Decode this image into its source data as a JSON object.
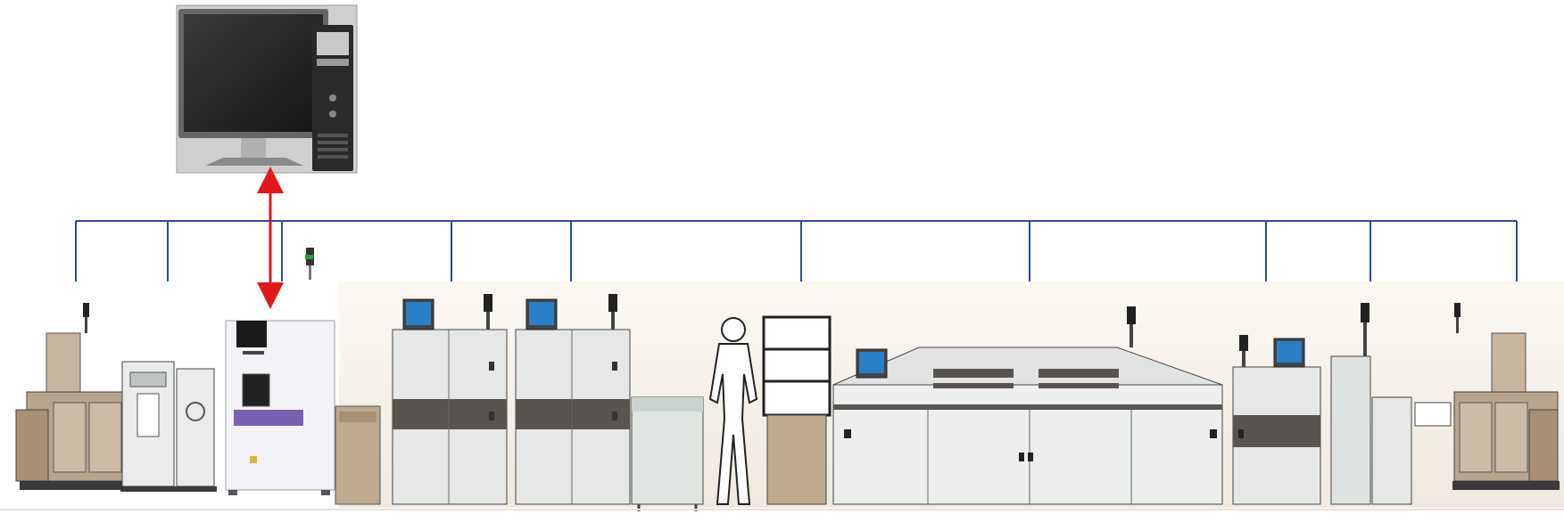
{
  "diagram": {
    "title": "",
    "colors": {
      "network": "#2c4a9e",
      "link": "#e01a1a",
      "machine_body": "#dcdedd",
      "machine_dark": "#3c3c3c",
      "cabinet_tan": "#b9a48d",
      "screen_blue": "#2a7fc7",
      "aoi_body": "#f3f3f7",
      "floor_bg": "#f4f0ea"
    },
    "nodes": [
      {
        "id": "workstation-pc",
        "icon": "monitor-and-tower-icon"
      },
      {
        "id": "loader",
        "icon": "loader-icon"
      },
      {
        "id": "screen-printer",
        "icon": "printer-icon"
      },
      {
        "id": "spi-inspection",
        "icon": "inspection-icon"
      },
      {
        "id": "placement-1",
        "icon": "pick-and-place-icon"
      },
      {
        "id": "placement-2",
        "icon": "pick-and-place-icon"
      },
      {
        "id": "conveyor",
        "icon": "conveyor-icon"
      },
      {
        "id": "operator",
        "icon": "person-icon"
      },
      {
        "id": "buffer",
        "icon": "buffer-rack-icon"
      },
      {
        "id": "reflow-oven",
        "icon": "reflow-oven-icon"
      },
      {
        "id": "aoi-post",
        "icon": "inspection-icon"
      },
      {
        "id": "transfer",
        "icon": "conveyor-icon"
      },
      {
        "id": "unloader",
        "icon": "unloader-icon"
      }
    ]
  }
}
